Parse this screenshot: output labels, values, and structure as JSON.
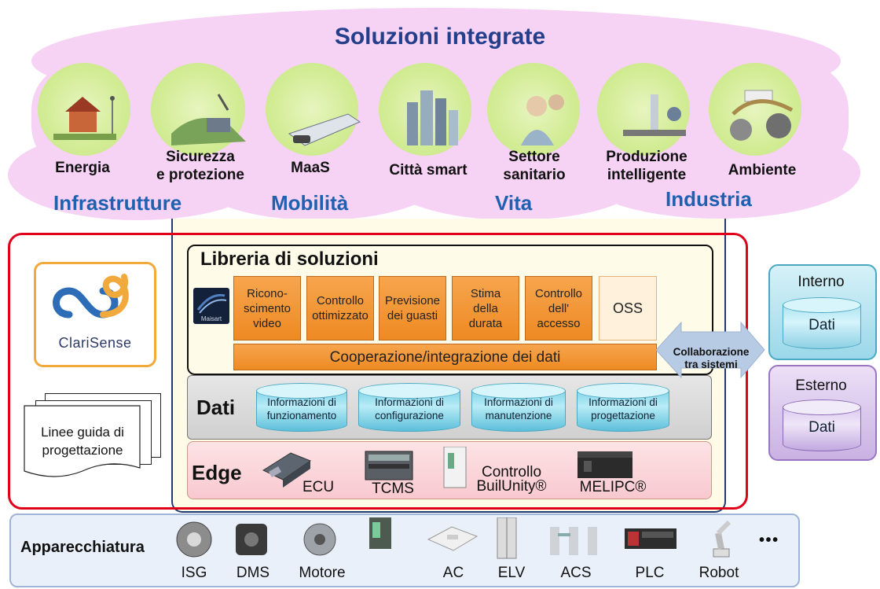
{
  "header": {
    "title": "Soluzioni integrate"
  },
  "solutions": [
    {
      "label": "Energia"
    },
    {
      "label": "Sicurezza\ne protezione"
    },
    {
      "label": "MaaS"
    },
    {
      "label": "Città smart"
    },
    {
      "label": "Settore\nsanitario"
    },
    {
      "label": "Produzione\nintelligente"
    },
    {
      "label": "Ambiente"
    }
  ],
  "categories": [
    "Infrastrutture",
    "Mobilità",
    "Vita",
    "Industria"
  ],
  "brand": {
    "name": "ClariSense",
    "maisart": "Maisart"
  },
  "guidelines": {
    "text": "Linee guida di\nprogettazione"
  },
  "library": {
    "title": "Libreria di soluzioni",
    "modules": [
      "Ricono-\nscimento\nvideo",
      "Controllo\nottimizzato",
      "Previsione\ndei guasti",
      "Stima\ndella\ndurata",
      "Controllo\ndell'\naccesso",
      "OSS"
    ],
    "integration": "Cooperazione/integrazione dei dati"
  },
  "data_layer": {
    "title": "Dati",
    "items": [
      "Informazioni di\nfunzionamento",
      "Informazioni di\nconfigurazione",
      "Informazioni di\nmanutenzione",
      "Informazioni di\nprogettazione"
    ]
  },
  "edge": {
    "title": "Edge",
    "devices": [
      "ECU",
      "TCMS",
      "Controllo\nBuilUnity®",
      "MELIPC®"
    ]
  },
  "collab": {
    "text": "Collaborazione\ntra sistemi"
  },
  "external": [
    {
      "title": "Interno",
      "db": "Dati"
    },
    {
      "title": "Esterno",
      "db": "Dati"
    }
  ],
  "equipment": {
    "title": "Apparecchiatura",
    "items": [
      "ISG",
      "DMS",
      "Motore",
      "AC",
      "ELV",
      "ACS",
      "PLC",
      "Robot"
    ],
    "more": "• • •"
  },
  "colors": {
    "pink": "#f6d2f4",
    "title_blue": "#233f8c",
    "category_blue": "#2060b0",
    "orange": "#ee8a22",
    "red_frame": "#e0001a",
    "navy_frame": "#1e3a6e"
  }
}
